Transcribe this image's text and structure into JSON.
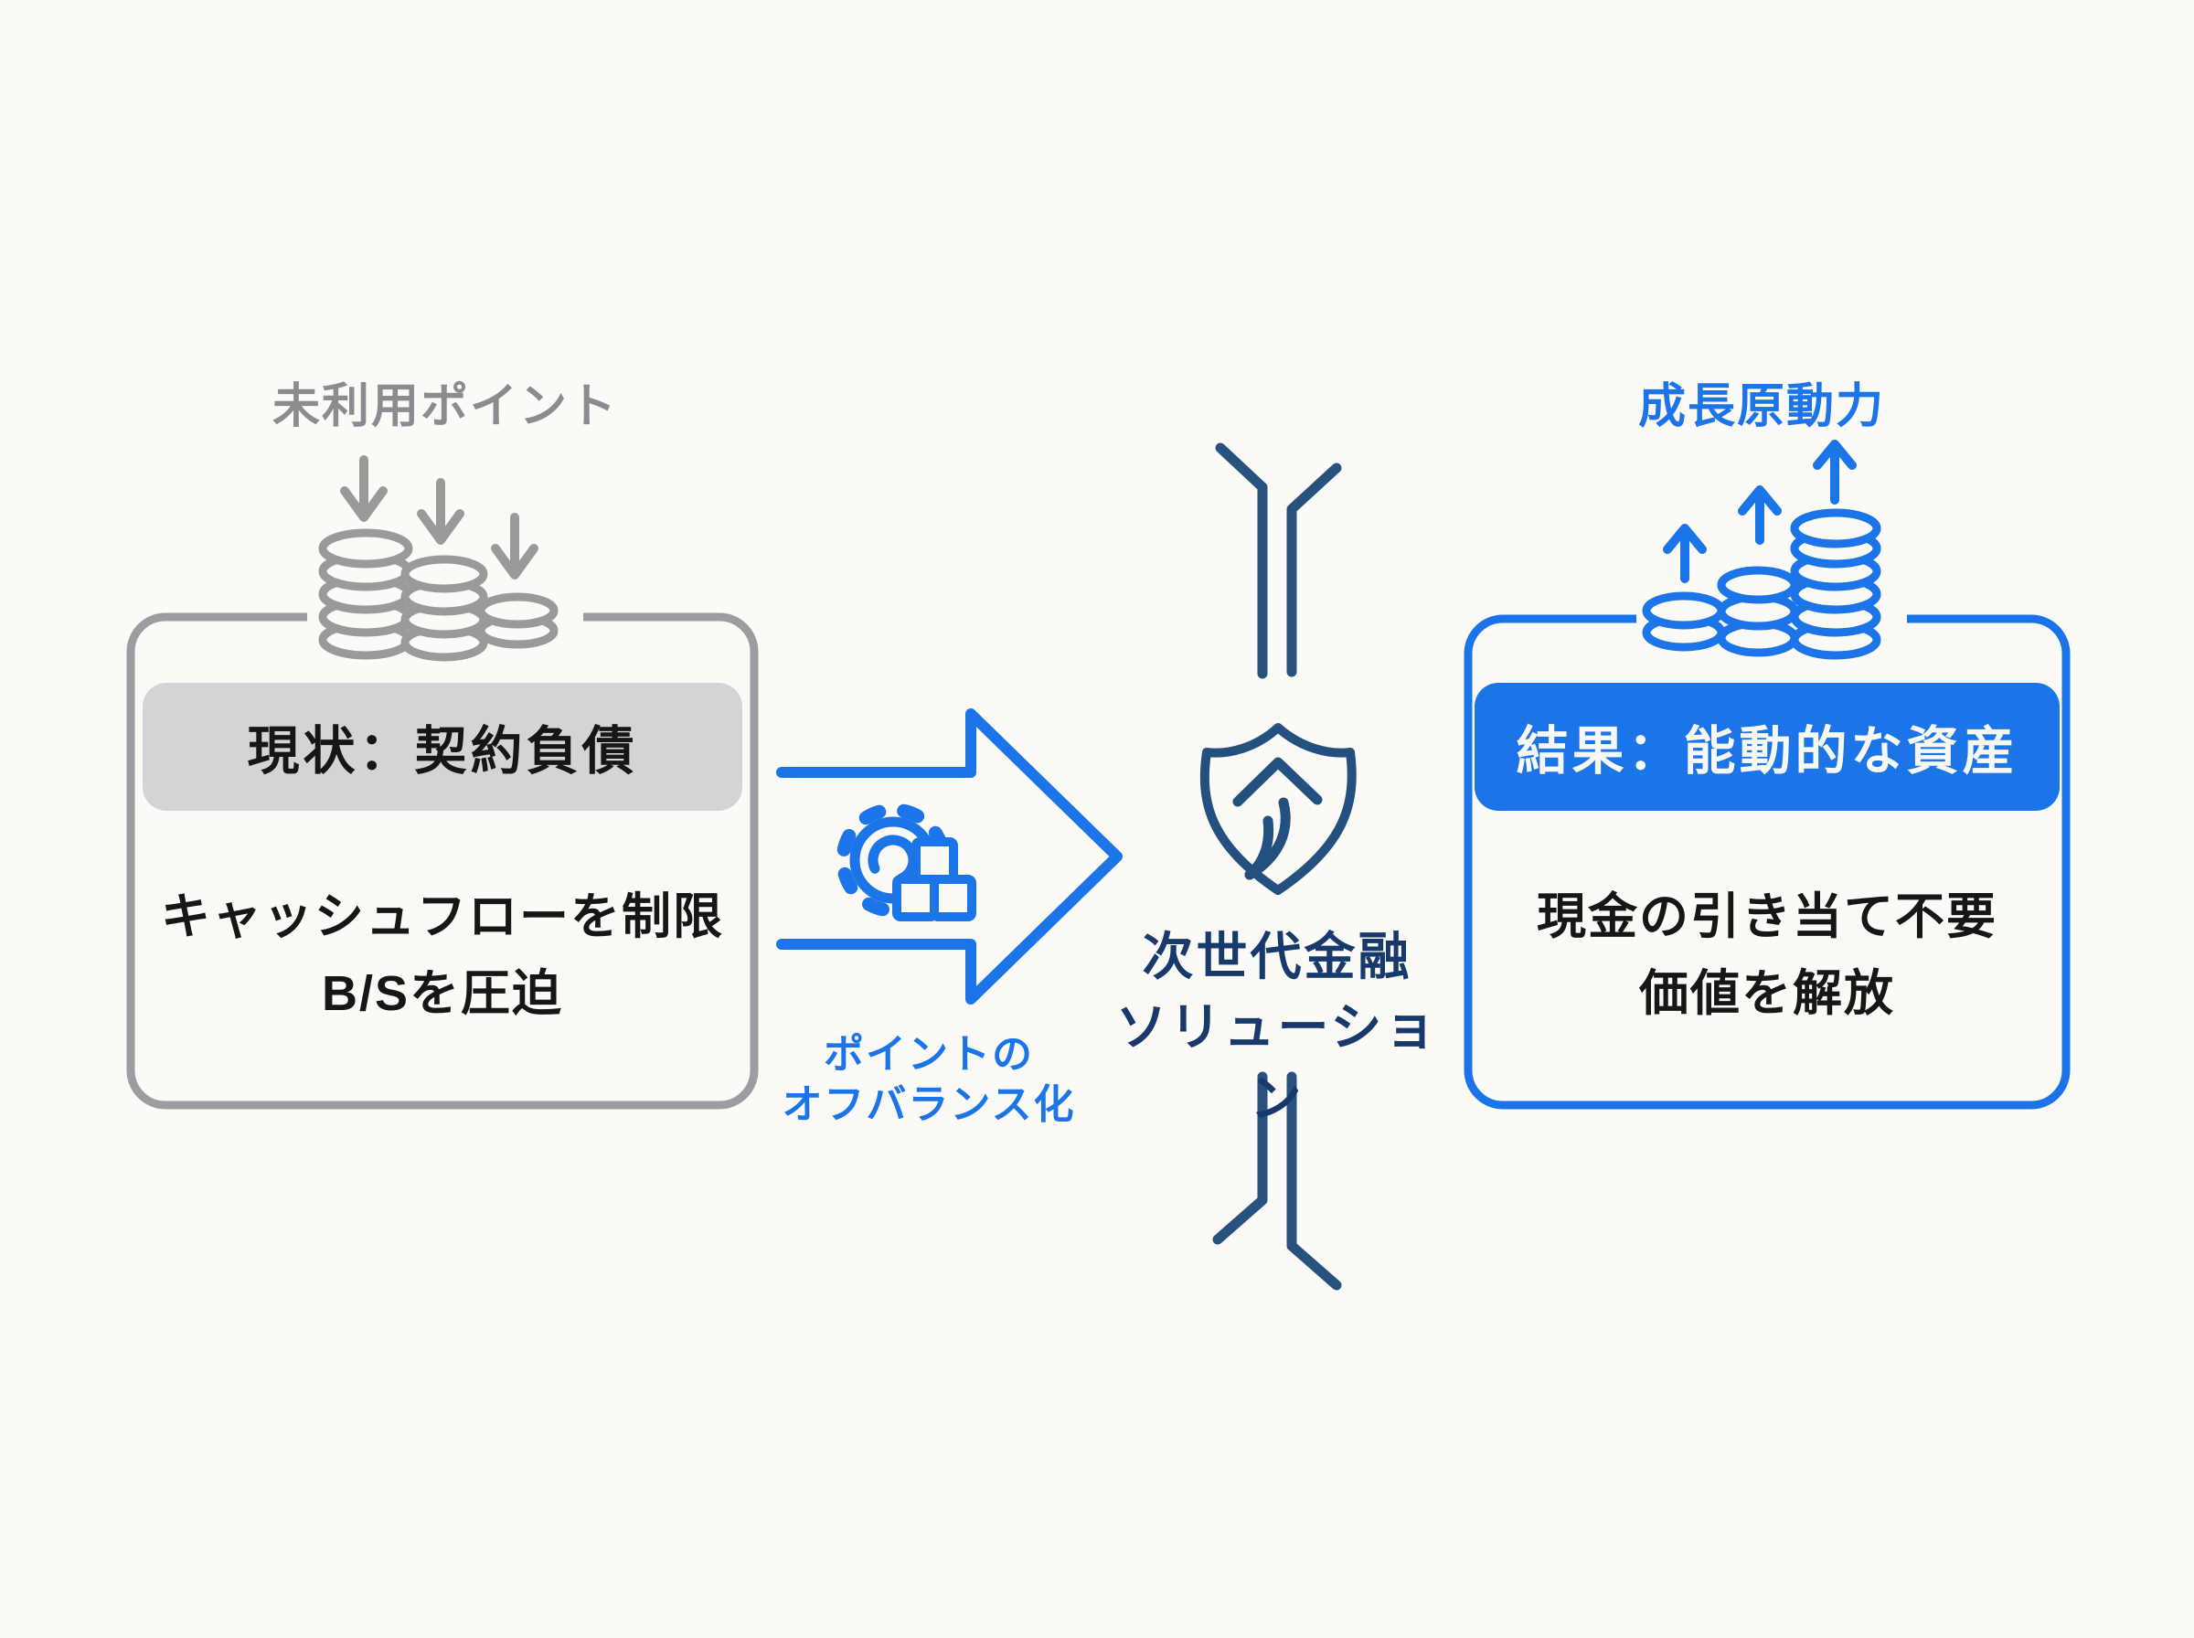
{
  "colors": {
    "background": "#fbfaf7",
    "accent_blue": "#1b74e8",
    "navy": "#24507f",
    "navy_text": "#17396b",
    "gray_stroke": "#9a9a9a",
    "gray_border": "#9b9da0",
    "gray_text": "#8a8d90",
    "pill_gray_fill": "#d4d4d6",
    "pill_blue_fill": "#1b74e8",
    "body_text": "#161616"
  },
  "left_panel": {
    "label": "未利用ポイント",
    "header": "現状：契約負債",
    "body_line1": "キャッシュフローを制限",
    "body_line2": "B/Sを圧迫"
  },
  "transform": {
    "label_line1": "ポイントの",
    "label_line2": "オフバランス化"
  },
  "solution": {
    "title_line1": "次世代金融",
    "title_line2": "ソリューション"
  },
  "right_panel": {
    "label": "成長原動力",
    "header": "結果：能動的な資産",
    "body_line1": "現金の引き当て不要",
    "body_line2": "価値を解放"
  },
  "icons": {
    "left_coins": "declining-gray-coin-stacks",
    "left_arrows": "three-down-arrows",
    "transform_arrow": "right-arrow-outline",
    "transform_icon": "gear-and-building-blocks",
    "center_funnel": "flow-funnel-lines",
    "center_icon": "shield-with-curved-up-arrow",
    "right_coins": "ascending-blue-coin-stacks",
    "right_arrows": "three-up-arrows"
  }
}
